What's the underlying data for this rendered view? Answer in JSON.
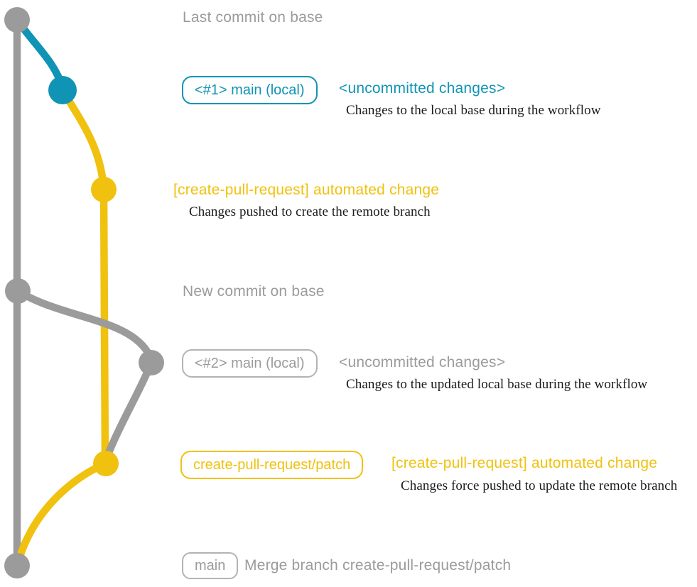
{
  "colors": {
    "base_gray": "#9b9b9b",
    "blue": "#1094b5",
    "yellow": "#f0c10f",
    "description_text": "#1a1a1a",
    "background": "#ffffff"
  },
  "rows": {
    "last_commit": {
      "heading": "Last commit on base"
    },
    "local_main_1": {
      "badge": "<#1> main (local)",
      "heading": "<uncommitted changes>",
      "description": "Changes to the local base during the workflow"
    },
    "automated_change_1": {
      "heading": "[create-pull-request] automated change",
      "description": "Changes pushed to create the remote branch"
    },
    "new_commit": {
      "heading": "New commit on base"
    },
    "local_main_2": {
      "badge": "<#2> main (local)",
      "heading": "<uncommitted changes>",
      "description": "Changes to the updated local base during the workflow"
    },
    "automated_change_2": {
      "badge": "create-pull-request/patch",
      "heading": "[create-pull-request] automated change",
      "description": "Changes force pushed to update the remote branch"
    },
    "merge": {
      "badge": "main",
      "heading": "Merge branch create-pull-request/patch"
    }
  }
}
